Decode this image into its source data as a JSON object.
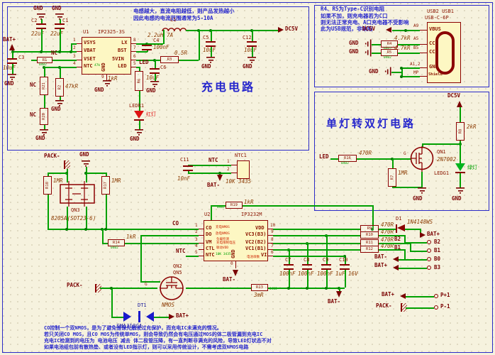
{
  "common": {
    "gnd": "GND",
    "bat_plus": "BAT+",
    "bat_minus": "BAT-",
    "pack_minus": "PACK-",
    "dc5v": "DC5V",
    "led": "LED",
    "nc": "NC",
    "ntc": "NTC",
    "co": "CO",
    "fp_r": "0402",
    "val_470R": "470R",
    "val_47k": "4.7kR",
    "val_1kR": "1kR",
    "val_1MR": "1MR",
    "val_22uF": "22uF",
    "val_10uF": "10uF",
    "val_100nF": "100nF"
  },
  "box1": {
    "title": "充电电路",
    "note_line1": "电感越大，直流电阻越低，则产品发热越小",
    "note_line2": "因此电感的电流范围通常为5-10A",
    "u1_ref": "U1",
    "u1_part": "IP2325-3S",
    "u1_pin1": "1",
    "u1_pin2": "2",
    "u1_pin3": "3",
    "u1_pin4": "4",
    "u1_pin5": "5",
    "u1_pin6": "6",
    "u1_pin7": "7",
    "u1_pin8": "8",
    "u1_pin9": "9",
    "u1_vsys": "VSYS",
    "u1_vbat": "VBAT",
    "u1_vset": "VSET",
    "u1_ntc": "NTC",
    "u1_lx": "LX",
    "u1_bst": "BST",
    "u1_5vin": "5VIN",
    "u1_led": "LED",
    "u1_gnd": "GND",
    "u1_47k": "47k",
    "c1": "C1",
    "c2": "C2",
    "c3": "C3",
    "c3_val": "10uF",
    "c4": "C4",
    "c5": "C5",
    "c6": "C6",
    "c12": "C12",
    "r1": "R1",
    "r21": "R21",
    "r2": "R2",
    "r2_val": "47kR",
    "r20": "R20",
    "r3": "R3",
    "r3_val": "0.5R",
    "r6": "R6",
    "l1": "L1",
    "l1_val": "2.2uH 7A",
    "ledr1": "LEDR1",
    "ledr1_color": "红灯"
  },
  "box2": {
    "note_line1": "R4、R5为Type-C识别电阻",
    "note_line2": "如果不加，则充电器若为C口",
    "note_line3": "则无法正常充电、A口充电器不受影响",
    "note_line4": "此为USB规范，非缺陷",
    "usb_refs": "USB2 USB1",
    "usb_part": "USB-C-6P",
    "vbus": "VBUS",
    "cc1": "CC1",
    "cc2": "CC2",
    "gnd_pin": "GND",
    "shield": "Shield",
    "a9": "A9",
    "a5": "A5",
    "b5": "B5",
    "a12": "A1,2",
    "mp": "MP",
    "r4": "R4",
    "r5": "R5"
  },
  "box3": {
    "title": "单灯转双灯电路",
    "r8": "R8",
    "r8_val": "2kR",
    "r16": "R16",
    "r7": "R7",
    "qn1": "QN1",
    "qn1_part": "2N7002",
    "g": "G",
    "ledg1": "LEDG1",
    "ledg1_color": "绿灯"
  },
  "main": {
    "qn3": "QN3",
    "qn3_part": "8205A(SOT23-6)",
    "r18": "R18",
    "r17": "R17",
    "r19": "R19",
    "r14": "R14",
    "u2_ref": "U2",
    "u2_part": "IP3232M",
    "u2_pin1": "1",
    "u2_pin2": "2",
    "u2_pin3": "3",
    "u2_pin4": "4",
    "u2_pin5": "5",
    "u2_pin6": "6",
    "u2_pin7": "7",
    "u2_pin8": "8",
    "u2_pin9": "9",
    "u2_pin10": "10",
    "u2_pin0": "0",
    "u2_co": "CO",
    "u2_do": "DO",
    "u2_vm": "VM",
    "u2_ctl": "CTL",
    "u2_ntc": "NTC",
    "u2_vdd": "VDD",
    "u2_vc3": "VC3(B3)",
    "u2_vc2": "VC2(B2)",
    "u2_vc1": "VC1(B1)",
    "u2_vi": "VI",
    "u2_gnd": "GND",
    "u2_note_co": "充电NMOS",
    "u2_note_do": "放电NMOS",
    "u2_note_vm1": "负载检测",
    "u2_note_vm2": "充电限制电压",
    "u2_note_ctl": "联动VDD",
    "u2_note_ntc": "10K 3435",
    "u2_note_vi": "电池串数",
    "ntc1": "NTC1",
    "ntc1_val": "10K 3435",
    "ntc1_pin1": "1",
    "ntc1_pin2": "2",
    "c11": "C11",
    "c11_val": "10nF",
    "qn2": "QN2",
    "qn5": "QN5",
    "qn2_part": "NMOS",
    "g": "G",
    "r13": "R13",
    "r13_val": "3mR",
    "dt1": "DT1",
    "dt1_part": "SMAJ18CA",
    "d1": "D1",
    "d1_part": "1N4148WS",
    "r9": "R9",
    "r10": "R10",
    "r11": "R11",
    "r12": "R12",
    "c7": "C7",
    "c8": "C8",
    "c9": "C9",
    "c10": "C10",
    "c10_val": "1uF 16V",
    "b2": "B2",
    "b1": "B1",
    "b0": "B0",
    "b3": "B3",
    "p_plus": "P+1",
    "p_minus": "P-1"
  },
  "notes_bottom": {
    "line1": "CO控制一个双NMOS，是为了避免锂保先触发过充保护，而充电IC未满充的情况。",
    "line2": "若只关闭CO MOS，且CO MOS为传统单MOS，则会导致仍然会有电压通过MOS的体二极管漏到充电IC",
    "line3": "充电IC检测到的电压为 电池电压 减去 体二极管压降，有一直判断非满充的风险，导致LED灯状态不对",
    "line4": "如果电池组包前有散热垫、或者没有LED指示灯，则可以采用传统设计，不需考虑双NMOS电路"
  }
}
